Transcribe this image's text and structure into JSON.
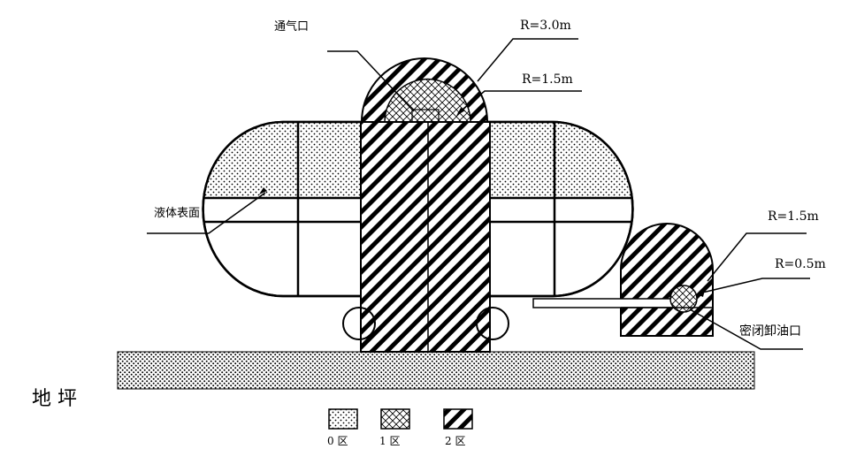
{
  "labels": {
    "vent": "通气口",
    "r30": "R=3.0m",
    "r15_top": "R=1.5m",
    "liquid": "液体表面",
    "r15_right": "R=1.5m",
    "r05": "R=0.5m",
    "sealed_outlet": "密闭卸油口",
    "ground": "地 坪"
  },
  "legend": [
    {
      "pattern": "dots",
      "label": "0 区"
    },
    {
      "pattern": "cross",
      "label": "1 区"
    },
    {
      "pattern": "hatch",
      "label": "2 区"
    }
  ]
}
